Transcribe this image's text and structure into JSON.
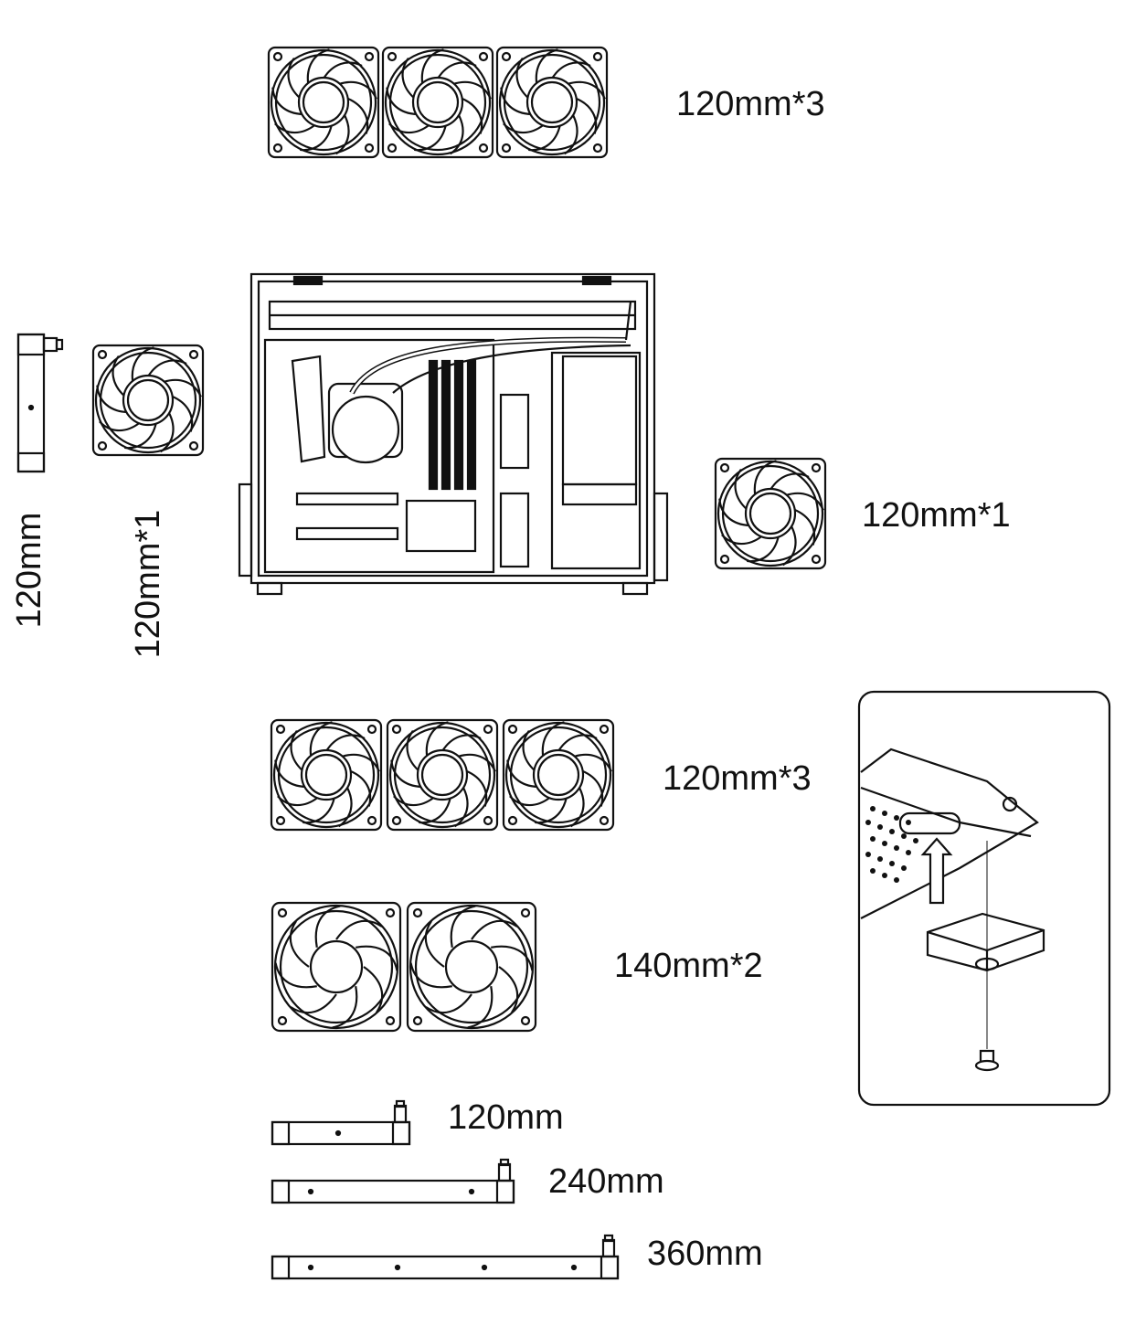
{
  "colors": {
    "stroke": "#111111",
    "background": "#ffffff"
  },
  "labels": {
    "top_fans": "120mm*3",
    "side_fan_right": "120mm*1",
    "side_rad_vertical": "120mm",
    "side_fan_vertical": "120mm*1",
    "bottom_fans_120": "120mm*3",
    "bottom_fans_140": "140mm*2",
    "rad_120": "120mm",
    "rad_240": "240mm",
    "rad_360": "360mm"
  }
}
